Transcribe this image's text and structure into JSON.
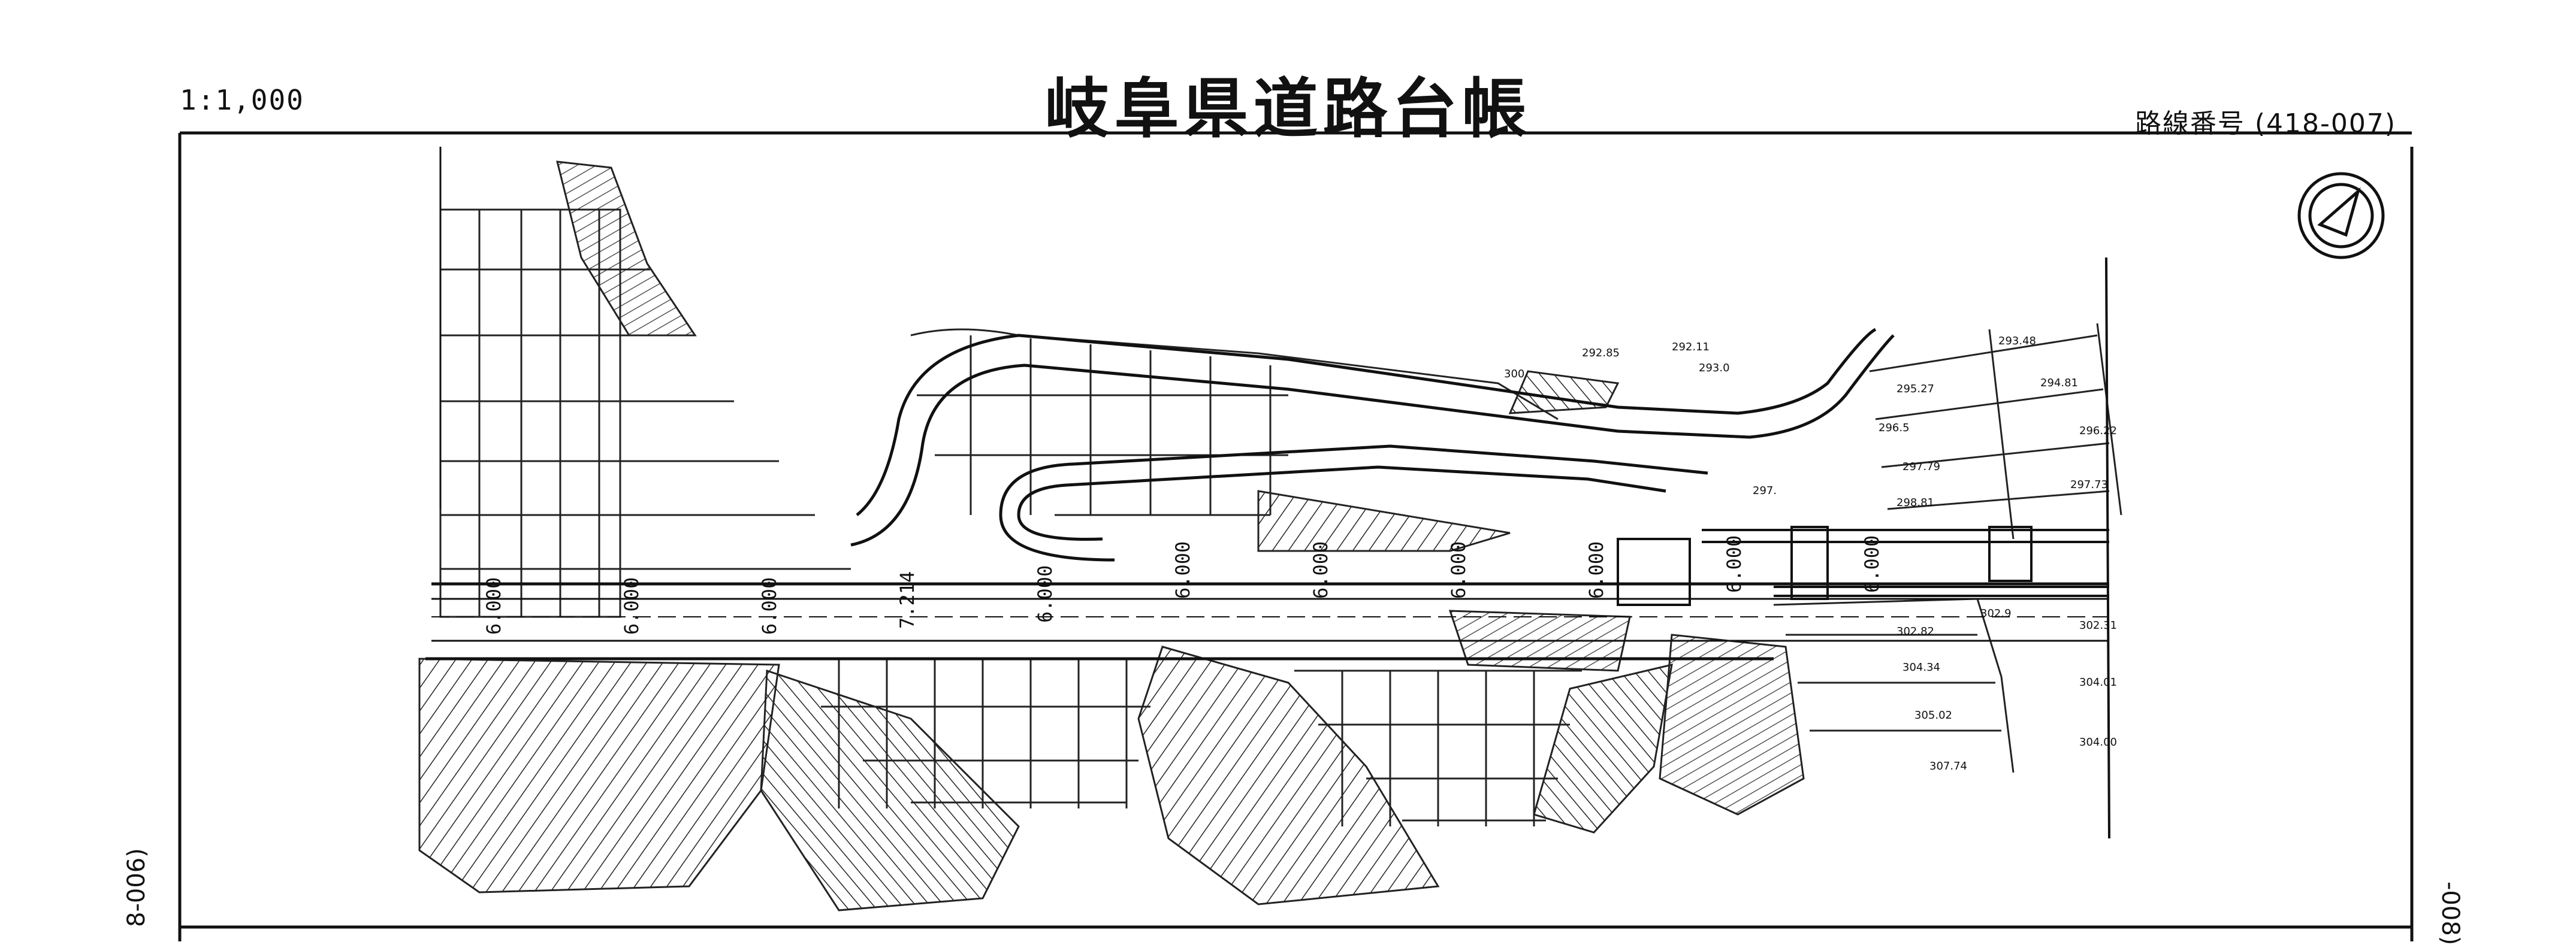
{
  "sheet": {
    "title": "岐阜県道路台帳",
    "scale": "1:1,000",
    "route_number": "路線番号 (418-007)",
    "adjacent_left": "8-006)",
    "adjacent_right": "-008)"
  },
  "map": {
    "north_arrow": "north-arrow-icon",
    "width_labels": [
      "6.000",
      "6.000",
      "6.000",
      "7.214",
      "6.000",
      "6.000",
      "6.000",
      "6.000",
      "6.000",
      "6.000",
      "6.000"
    ],
    "elevation_labels": [
      "292.11",
      "293.0",
      "292.85",
      "300",
      "293.48",
      "295.27",
      "294.81",
      "296.22",
      "296.5",
      "297.79",
      "297.73",
      "297.",
      "298.81",
      "302.9",
      "302.31",
      "302.82",
      "304.34",
      "304.01",
      "305.02",
      "304.00",
      "307.74"
    ]
  }
}
